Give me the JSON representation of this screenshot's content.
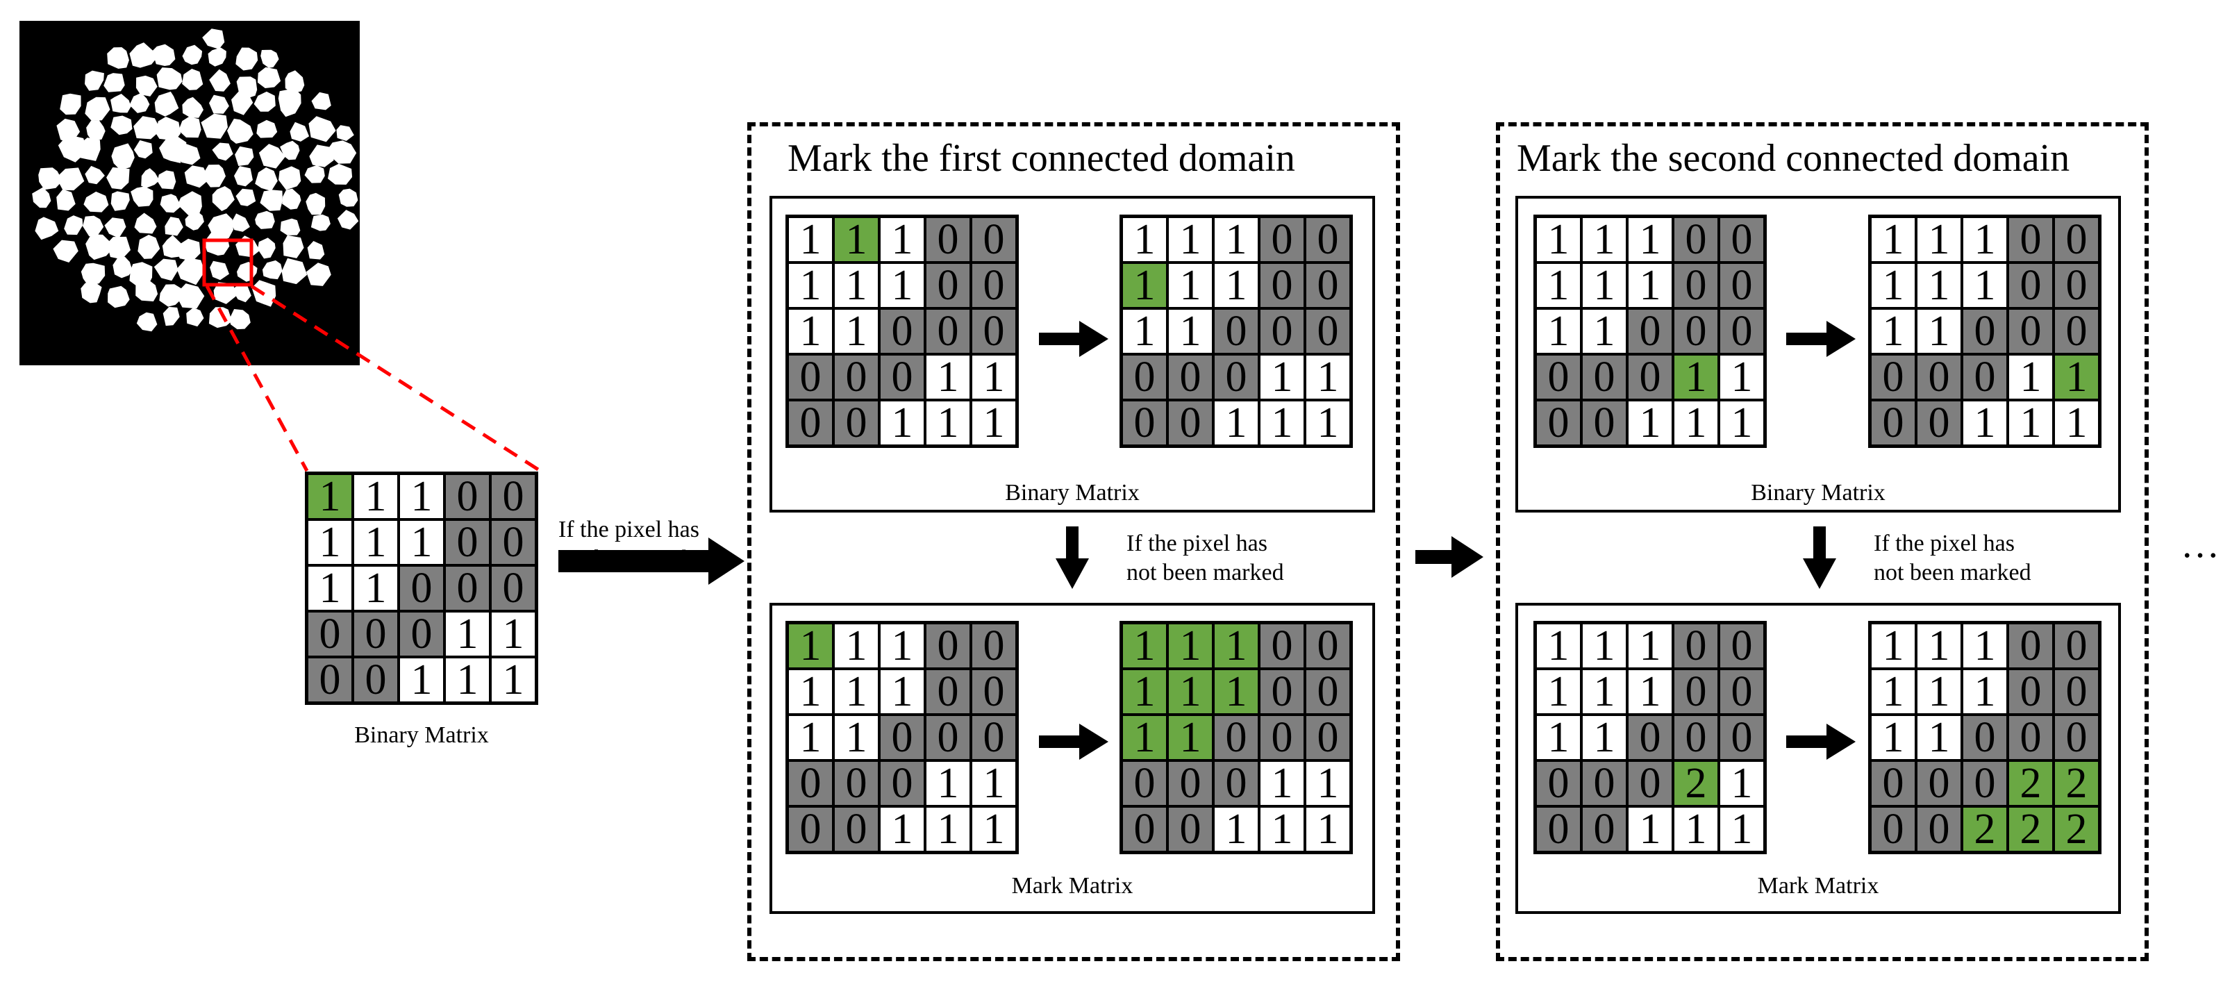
{
  "stages": [
    {
      "title": "Mark the first connected domain",
      "top_caption": "Binary Matrix",
      "bottom_caption": "Mark Matrix",
      "down_note": [
        "If the pixel has",
        "not been marked"
      ]
    },
    {
      "title": "Mark the second connected domain",
      "top_caption": "Binary Matrix",
      "bottom_caption": "Mark Matrix",
      "down_note": [
        "If the pixel has",
        "not been marked"
      ]
    }
  ],
  "input": {
    "caption": "Binary Matrix",
    "note": [
      "If the pixel has",
      "not been marked"
    ]
  },
  "ellipsis": "…",
  "colors": {
    "highlight": "#6aa843",
    "background_cell": "#7f7f7f",
    "foreground_cell": "#ffffff",
    "zoom_box": "#ff0000"
  },
  "matrices": {
    "input": {
      "values": [
        [
          1,
          1,
          1,
          0,
          0
        ],
        [
          1,
          1,
          1,
          0,
          0
        ],
        [
          1,
          1,
          0,
          0,
          0
        ],
        [
          0,
          0,
          0,
          1,
          1
        ],
        [
          0,
          0,
          1,
          1,
          1
        ]
      ],
      "highlight": [
        [
          0,
          0
        ]
      ]
    },
    "s1_top_a": {
      "values": [
        [
          1,
          1,
          1,
          0,
          0
        ],
        [
          1,
          1,
          1,
          0,
          0
        ],
        [
          1,
          1,
          0,
          0,
          0
        ],
        [
          0,
          0,
          0,
          1,
          1
        ],
        [
          0,
          0,
          1,
          1,
          1
        ]
      ],
      "highlight": [
        [
          0,
          1
        ]
      ]
    },
    "s1_top_b": {
      "values": [
        [
          1,
          1,
          1,
          0,
          0
        ],
        [
          1,
          1,
          1,
          0,
          0
        ],
        [
          1,
          1,
          0,
          0,
          0
        ],
        [
          0,
          0,
          0,
          1,
          1
        ],
        [
          0,
          0,
          1,
          1,
          1
        ]
      ],
      "highlight": [
        [
          1,
          0
        ]
      ]
    },
    "s1_bot_a": {
      "values": [
        [
          1,
          1,
          1,
          0,
          0
        ],
        [
          1,
          1,
          1,
          0,
          0
        ],
        [
          1,
          1,
          0,
          0,
          0
        ],
        [
          0,
          0,
          0,
          1,
          1
        ],
        [
          0,
          0,
          1,
          1,
          1
        ]
      ],
      "highlight": [
        [
          0,
          0
        ]
      ]
    },
    "s1_bot_b": {
      "values": [
        [
          1,
          1,
          1,
          0,
          0
        ],
        [
          1,
          1,
          1,
          0,
          0
        ],
        [
          1,
          1,
          0,
          0,
          0
        ],
        [
          0,
          0,
          0,
          1,
          1
        ],
        [
          0,
          0,
          1,
          1,
          1
        ]
      ],
      "highlight": [
        [
          0,
          0
        ],
        [
          0,
          1
        ],
        [
          0,
          2
        ],
        [
          1,
          0
        ],
        [
          1,
          1
        ],
        [
          1,
          2
        ],
        [
          2,
          0
        ],
        [
          2,
          1
        ]
      ]
    },
    "s2_top_a": {
      "values": [
        [
          1,
          1,
          1,
          0,
          0
        ],
        [
          1,
          1,
          1,
          0,
          0
        ],
        [
          1,
          1,
          0,
          0,
          0
        ],
        [
          0,
          0,
          0,
          1,
          1
        ],
        [
          0,
          0,
          1,
          1,
          1
        ]
      ],
      "highlight": [
        [
          3,
          3
        ]
      ]
    },
    "s2_top_b": {
      "values": [
        [
          1,
          1,
          1,
          0,
          0
        ],
        [
          1,
          1,
          1,
          0,
          0
        ],
        [
          1,
          1,
          0,
          0,
          0
        ],
        [
          0,
          0,
          0,
          1,
          1
        ],
        [
          0,
          0,
          1,
          1,
          1
        ]
      ],
      "highlight": [
        [
          3,
          4
        ]
      ]
    },
    "s2_bot_a": {
      "values": [
        [
          1,
          1,
          1,
          0,
          0
        ],
        [
          1,
          1,
          1,
          0,
          0
        ],
        [
          1,
          1,
          0,
          0,
          0
        ],
        [
          0,
          0,
          0,
          2,
          1
        ],
        [
          0,
          0,
          1,
          1,
          1
        ]
      ],
      "highlight": [
        [
          3,
          3
        ]
      ]
    },
    "s2_bot_b": {
      "values": [
        [
          1,
          1,
          1,
          0,
          0
        ],
        [
          1,
          1,
          1,
          0,
          0
        ],
        [
          1,
          1,
          0,
          0,
          0
        ],
        [
          0,
          0,
          0,
          2,
          2
        ],
        [
          0,
          0,
          2,
          2,
          2
        ]
      ],
      "highlight": [
        [
          3,
          3
        ],
        [
          3,
          4
        ],
        [
          4,
          2
        ],
        [
          4,
          3
        ],
        [
          4,
          4
        ]
      ]
    }
  }
}
